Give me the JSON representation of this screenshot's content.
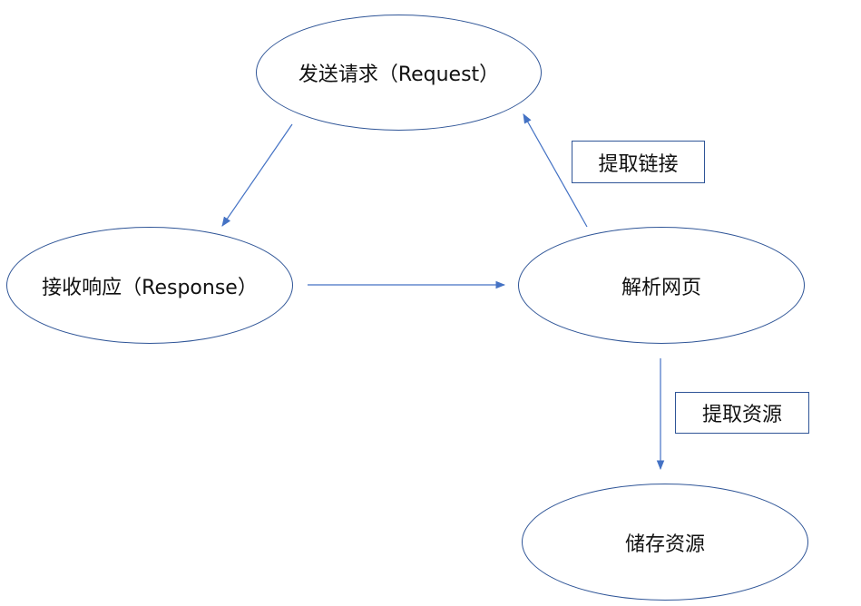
{
  "nodes": {
    "send_request": "发送请求（Request）",
    "receive_response": "接收响应（Response）",
    "parse_page": "解析网页",
    "store_resources": "储存资源"
  },
  "labels": {
    "extract_links": "提取链接",
    "extract_resources": "提取资源"
  },
  "colors": {
    "stroke": "#2f5597",
    "arrow": "#4472c4",
    "text": "#111111",
    "background": "#ffffff"
  }
}
